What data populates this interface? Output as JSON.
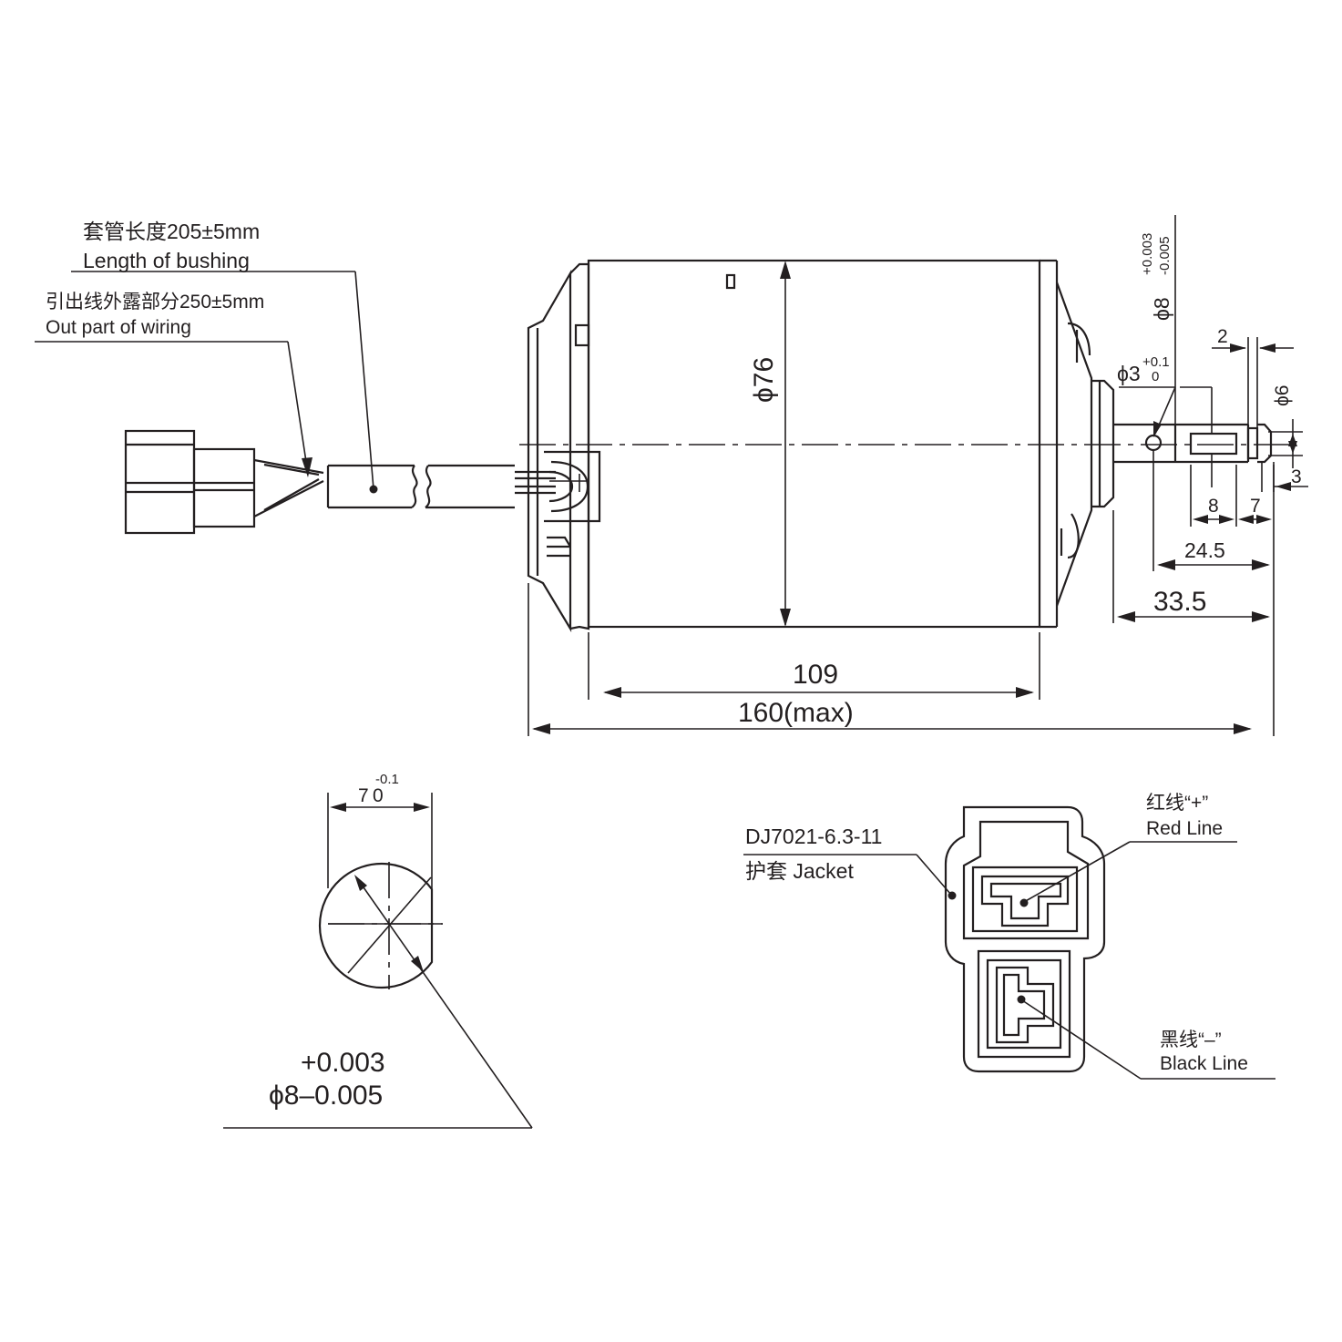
{
  "callouts": {
    "bushing_cn": "套管长度205±5mm",
    "bushing_en": "Length of bushing",
    "wiring_cn": "引出线外露部分250±5mm",
    "wiring_en": "Out part of wiring",
    "jacket_model": "DJ7021-6.3-11",
    "jacket_label": "护套 Jacket",
    "red_cn": "红线“+”",
    "red_en": "Red Line",
    "black_cn": "黑线“–”",
    "black_en": "Black Line"
  },
  "dimensions": {
    "body_diameter": "ϕ76",
    "body_length": "109",
    "overall_length": "160(max)",
    "shaft_diameter": "ϕ8",
    "shaft_tol_upper": "+0.003",
    "shaft_tol_lower": "-0.005",
    "hole_diameter": "ϕ3",
    "hole_tol_upper": "+0.1",
    "hole_tol_lower": "0",
    "groove_width": "2",
    "groove_diameter": "ϕ6",
    "tip_length": "3",
    "slot_length": "8",
    "slot_end": "7",
    "hole_to_end": "24.5",
    "shaft_extension": "33.5"
  },
  "section": {
    "flat_dim": "7",
    "flat_dim_digit": "0",
    "flat_tol": "-0.1",
    "shaft_tol_upper": "+0.003",
    "shaft_dim": "ϕ8–0.005"
  }
}
